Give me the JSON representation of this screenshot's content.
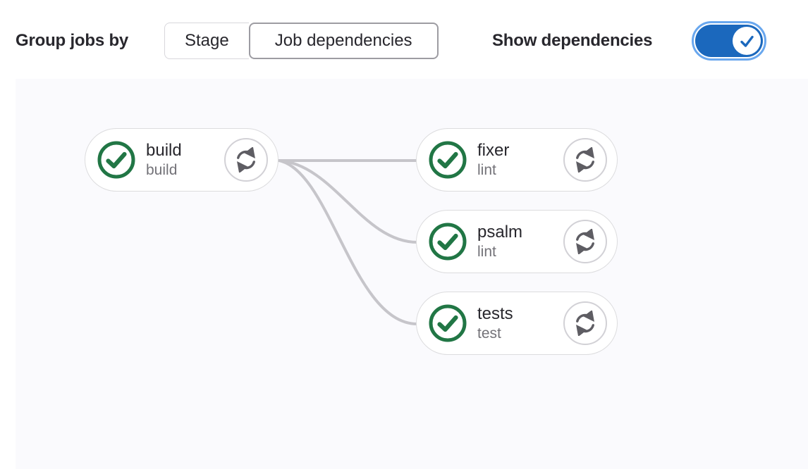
{
  "toolbar": {
    "group_jobs_by_label": "Group jobs by",
    "group_options": [
      {
        "label": "Stage",
        "selected": false
      },
      {
        "label": "Job dependencies",
        "selected": true
      }
    ],
    "show_dependencies_label": "Show dependencies",
    "show_dependencies_toggle": {
      "state": "on",
      "icon": "check-icon"
    }
  },
  "pipeline": {
    "jobs": [
      {
        "name": "build",
        "stage": "build",
        "status": "success",
        "status_icon": "status-success-icon",
        "action_icon": "retry-icon"
      },
      {
        "name": "fixer",
        "stage": "lint",
        "status": "success",
        "status_icon": "status-success-icon",
        "action_icon": "retry-icon"
      },
      {
        "name": "psalm",
        "stage": "lint",
        "status": "success",
        "status_icon": "status-success-icon",
        "action_icon": "retry-icon"
      },
      {
        "name": "tests",
        "stage": "test",
        "status": "success",
        "status_icon": "status-success-icon",
        "action_icon": "retry-icon"
      }
    ],
    "dependencies": [
      {
        "from": "build",
        "to": "fixer"
      },
      {
        "from": "build",
        "to": "psalm"
      },
      {
        "from": "build",
        "to": "tests"
      }
    ]
  },
  "colors": {
    "toggle_blue": "#1b68bd",
    "toggle_focus_ring": "#69a7ee",
    "success_green": "#217645",
    "connector_gray": "#c6c5ca",
    "canvas_background": "#fafafd",
    "selected_segment_border": "#9d9ca2"
  }
}
